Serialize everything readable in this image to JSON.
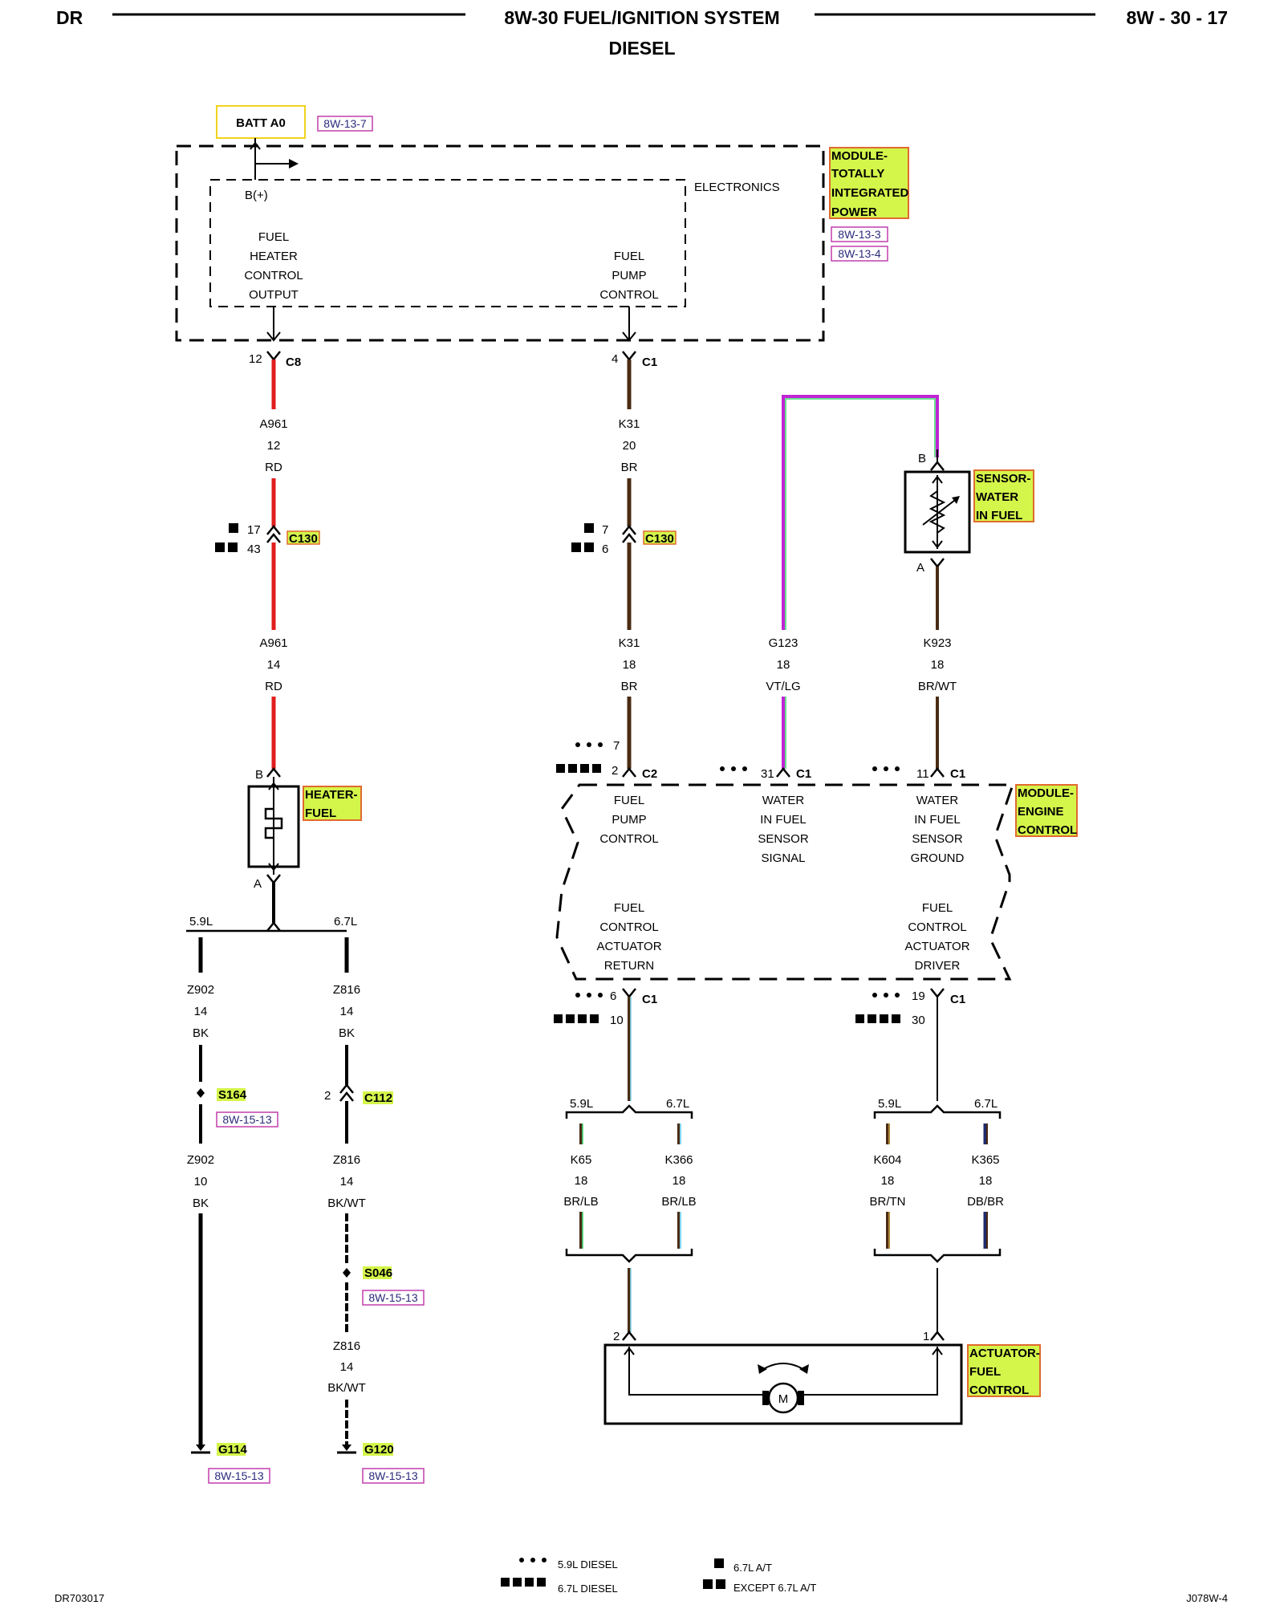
{
  "header": {
    "left": "DR",
    "title_line1": "8W-30 FUEL/IGNITION SYSTEM",
    "title_line2": "DIESEL",
    "right": "8W - 30 - 17"
  },
  "footer": {
    "left_code": "DR703017",
    "right_code": "J078W-4"
  },
  "legend": {
    "diesel_59": "5.9L DIESEL",
    "diesel_67": "6.7L DIESEL",
    "at_67": "6.7L A/T",
    "except_at_67": "EXCEPT 6.7L A/T"
  },
  "colors": {
    "red": "#e11d1d",
    "brown": "#4a2c14",
    "violet": "#c026d3",
    "light_green": "#39d96b",
    "light_blue": "#7fd6f0",
    "tan": "#b08a3a",
    "dark_blue": "#1f2a6b",
    "label_bg": "#d4f54a",
    "label_border": "#e06a2e",
    "batt_border": "#f2d21b",
    "ref_border": "#c23fae"
  },
  "components": {
    "batt": "BATT A0",
    "batt_ref": "8W-13-7",
    "tipm_name": [
      "MODULE-",
      "TOTALLY",
      "INTEGRATED",
      "POWER"
    ],
    "tipm_ref1": "8W-13-3",
    "tipm_ref2": "8W-13-4",
    "electronics": "ELECTRONICS",
    "bplus": "B(+)",
    "heater_ctrl": [
      "FUEL",
      "HEATER",
      "CONTROL",
      "OUTPUT"
    ],
    "pump_ctrl": [
      "FUEL",
      "PUMP",
      "CONTROL"
    ],
    "sensor_name": [
      "SENSOR-",
      "WATER",
      "IN FUEL"
    ],
    "heater_name": [
      "HEATER-",
      "FUEL"
    ],
    "ecm_name": [
      "MODULE-",
      "ENGINE",
      "CONTROL"
    ],
    "ecm_pump": [
      "FUEL",
      "PUMP",
      "CONTROL"
    ],
    "ecm_wif_signal": [
      "WATER",
      "IN FUEL",
      "SENSOR",
      "SIGNAL"
    ],
    "ecm_wif_ground": [
      "WATER",
      "IN FUEL",
      "SENSOR",
      "GROUND"
    ],
    "ecm_fca_return": [
      "FUEL",
      "CONTROL",
      "ACTUATOR",
      "RETURN"
    ],
    "ecm_fca_driver": [
      "FUEL",
      "CONTROL",
      "ACTUATOR",
      "DRIVER"
    ],
    "actuator_name": [
      "ACTUATOR-",
      "FUEL",
      "CONTROL"
    ],
    "motor": "M"
  },
  "connectors": {
    "c8": "C8",
    "c8_pin": "12",
    "c1": "C1",
    "c1_pin_tipm": "4",
    "c130": "C130",
    "c130_heater_a": "17",
    "c130_heater_b": "43",
    "c130_pump_a": "7",
    "c130_pump_b": "6",
    "c2": "C2",
    "c2_pin_a": "7",
    "c2_pin_b": "2",
    "c1_wif_signal": "31",
    "c1_wif_ground": "11",
    "c1_return_a": "6",
    "c1_return_b": "10",
    "c1_driver_a": "19",
    "c1_driver_b": "30",
    "c112": "C112",
    "c112_pin": "2",
    "sensor_pin_b": "B",
    "sensor_pin_a": "A",
    "heater_pin_b": "B",
    "heater_pin_a": "A",
    "act_pin_2": "2",
    "act_pin_1": "1"
  },
  "splices": {
    "s164": "S164",
    "s164_ref": "8W-15-13",
    "s046": "S046",
    "s046_ref": "8W-15-13"
  },
  "grounds": {
    "g114": "G114",
    "g114_ref": "8W-15-13",
    "g120": "G120",
    "g120_ref": "8W-15-13"
  },
  "branch_labels": {
    "l59": "5.9L",
    "l67": "6.7L"
  },
  "wires": {
    "a961_top": [
      "A961",
      "12",
      "RD"
    ],
    "a961_bot": [
      "A961",
      "14",
      "RD"
    ],
    "k31_top": [
      "K31",
      "20",
      "BR"
    ],
    "k31_bot": [
      "K31",
      "18",
      "BR"
    ],
    "g123": [
      "G123",
      "18",
      "VT/LG"
    ],
    "k923": [
      "K923",
      "18",
      "BR/WT"
    ],
    "z902_top": [
      "Z902",
      "14",
      "BK"
    ],
    "z902_bot": [
      "Z902",
      "10",
      "BK"
    ],
    "z816_top": [
      "Z816",
      "14",
      "BK"
    ],
    "z816_mid": [
      "Z816",
      "14",
      "BK/WT"
    ],
    "z816_bot": [
      "Z816",
      "14",
      "BK/WT"
    ],
    "k65": [
      "K65",
      "18",
      "BR/LB"
    ],
    "k366": [
      "K366",
      "18",
      "BR/LB"
    ],
    "k604": [
      "K604",
      "18",
      "BR/TN"
    ],
    "k365": [
      "K365",
      "18",
      "DB/BR"
    ]
  }
}
